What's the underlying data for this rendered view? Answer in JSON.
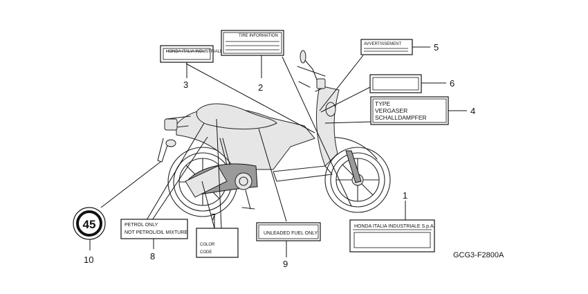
{
  "figure_code": "GCG3-F2800A",
  "labels": [
    {
      "ref": "1",
      "lines": [
        "HONDA ITALIA INDUSTRIALE S.p.A."
      ]
    },
    {
      "ref": "2",
      "lines": [
        "TIRE INFORMATION"
      ]
    },
    {
      "ref": "3",
      "lines": [
        ""
      ]
    },
    {
      "ref": "4",
      "lines": [
        "TYPE",
        "VERGASER",
        "SCHALLDAMPFER"
      ]
    },
    {
      "ref": "5",
      "lines": [
        "AVVERTISSEMENT"
      ]
    },
    {
      "ref": "6",
      "lines": [
        ""
      ]
    },
    {
      "ref": "7",
      "lines": [
        "COLOR",
        "CODE"
      ]
    },
    {
      "ref": "8",
      "lines": [
        "PETROL ONLY",
        "NOT PETROL/OIL MIXTURE"
      ]
    },
    {
      "ref": "9",
      "lines": [
        "UNLEADED FUEL ONLY"
      ]
    },
    {
      "ref": "10",
      "lines": [
        "45"
      ]
    }
  ]
}
